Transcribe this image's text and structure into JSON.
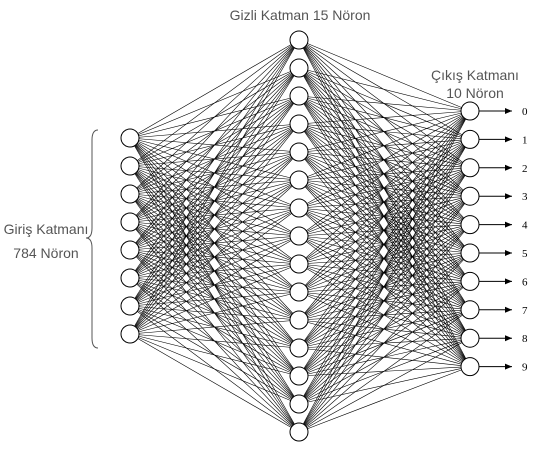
{
  "layers": {
    "input": {
      "title": "Giriş Katmanı",
      "subtitle": "784 Nöron",
      "visible_nodes": 8
    },
    "hidden": {
      "title": "Gizli Katman 15 Nöron",
      "visible_nodes": 15
    },
    "output": {
      "title": "Çıkış Katmanı",
      "subtitle": "10 Nöron",
      "visible_nodes": 10
    }
  },
  "outputs": [
    "0",
    "1",
    "2",
    "3",
    "4",
    "5",
    "6",
    "7",
    "8",
    "9"
  ]
}
